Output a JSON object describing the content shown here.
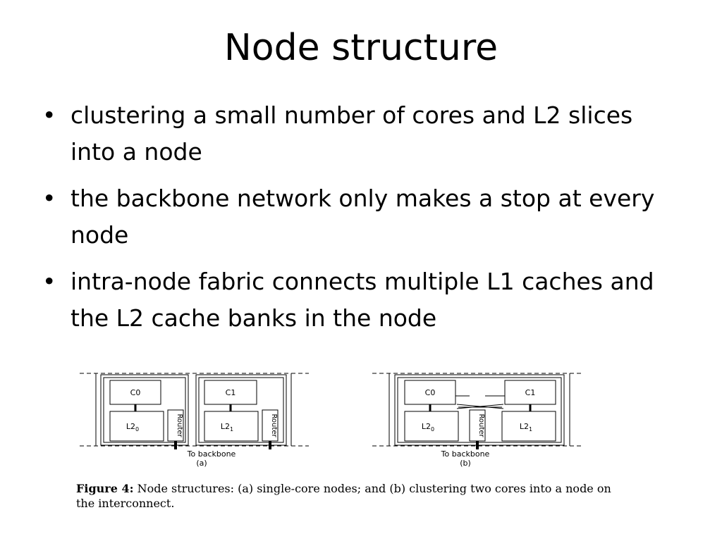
{
  "slide": {
    "title": "Node structure",
    "bullets": [
      "clustering a small number of cores and L2 slices into a node",
      "the backbone network only makes a stop at every node",
      "intra-node fabric connects multiple L1 caches and the L2 cache banks in the node"
    ]
  },
  "figure": {
    "left": {
      "cores": [
        "C0",
        "C1"
      ],
      "l2": [
        {
          "base": "L2",
          "sub": "0"
        },
        {
          "base": "L2",
          "sub": "1"
        }
      ],
      "router": "Router",
      "backbone": "To backbone",
      "label": "(a)"
    },
    "right": {
      "cores": [
        "C0",
        "C1"
      ],
      "l2": [
        {
          "base": "L2",
          "sub": "0"
        },
        {
          "base": "L2",
          "sub": "1"
        }
      ],
      "router": "Router",
      "backbone": "To backbone",
      "label": "(b)"
    },
    "caption": {
      "prefix": "Figure 4:",
      "text": " Node structures: (a) single-core nodes; and (b) clustering two cores into a node on the interconnect."
    }
  }
}
